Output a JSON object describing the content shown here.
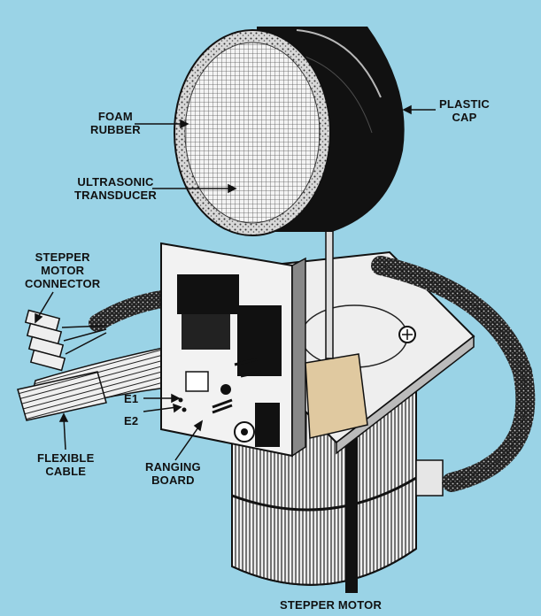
{
  "labels": {
    "foam_rubber": [
      "FOAM",
      "RUBBER"
    ],
    "ultrasonic_transducer": [
      "ULTRASONIC",
      "TRANSDUCER"
    ],
    "plastic_cap": [
      "PLASTIC",
      "CAP"
    ],
    "stepper_motor_connector": [
      "STEPPER",
      "MOTOR",
      "CONNECTOR"
    ],
    "e1": "E1",
    "e2": "E2",
    "flexible_cable": [
      "FLEXIBLE",
      "CABLE"
    ],
    "ranging_board": [
      "RANGING",
      "BOARD"
    ],
    "stepper_motor": "STEPPER MOTOR"
  },
  "colors": {
    "background": "#9ad3e6",
    "ink": "#111111",
    "metal": "#eeeeee",
    "board": "#f2f2f2"
  }
}
